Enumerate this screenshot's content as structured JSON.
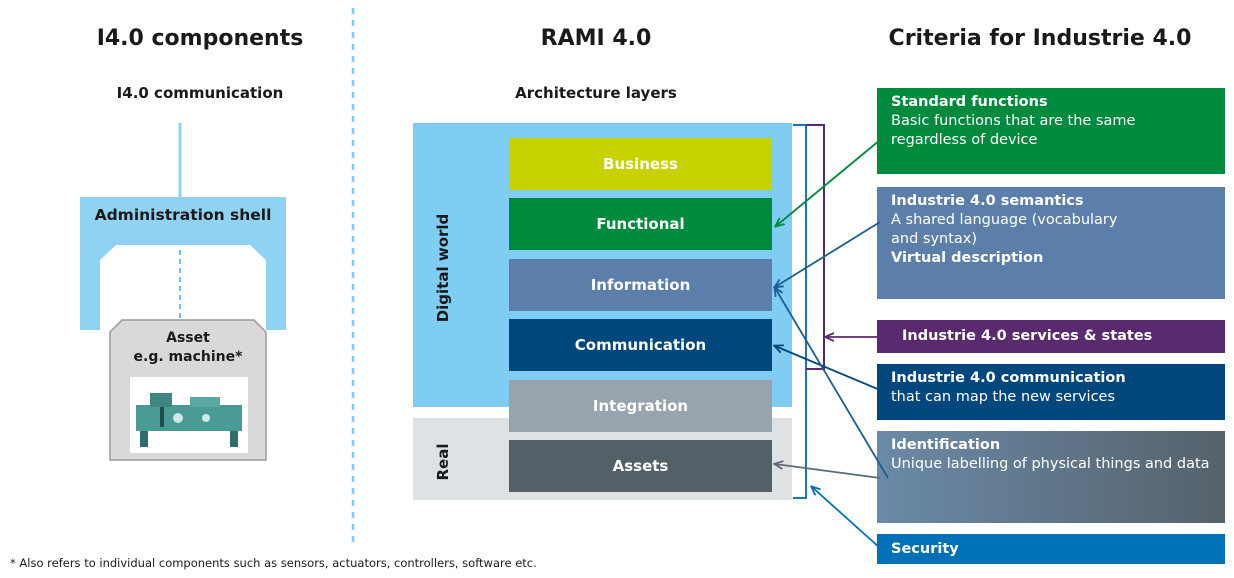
{
  "left": {
    "heading": "I4.0 components",
    "subheading": "I4.0 communication",
    "admin_shell_label": "Administration shell",
    "asset_label_line1": "Asset",
    "asset_label_line2": "e.g. machine*"
  },
  "middle": {
    "heading": "RAMI 4.0",
    "subheading": "Architecture layers",
    "digital_world_label": "Digital world",
    "real_label": "Real",
    "layers": [
      {
        "label": "Business",
        "color": "#c8d200"
      },
      {
        "label": "Functional",
        "color": "#008a3e"
      },
      {
        "label": "Information",
        "color": "#5b7faa"
      },
      {
        "label": "Communication",
        "color": "#00477e"
      },
      {
        "label": "Integration",
        "color": "#98a4ad"
      },
      {
        "label": "Assets",
        "color": "#536068"
      }
    ]
  },
  "right": {
    "heading": "Criteria for Industrie 4.0",
    "criteria": [
      {
        "title": "Standard functions",
        "desc": "Basic functions that are the same regardless of device",
        "color": "#008a3e"
      },
      {
        "title": "Industrie 4.0 semantics",
        "desc": "A shared language (vocabulary and syntax)",
        "extra": "Virtual description",
        "color": "#5b7faa"
      },
      {
        "title": "Industrie 4.0 services & states",
        "color": "#5a2a6e"
      },
      {
        "title": "Industrie 4.0 communication",
        "desc": "that can map the new services",
        "color": "#00477e"
      },
      {
        "title": "Identification",
        "desc": "Unique labelling of physical things and data",
        "color": "#6a7f94"
      },
      {
        "title": "Security",
        "color": "#0070b8"
      }
    ]
  },
  "footnote": "* Also refers to individual components such as sensors, actuators, controllers, software etc.",
  "colors": {
    "digital_bg": "#7fcdf2",
    "real_bg": "#dfe2e4",
    "admin_shell": "#8fd2f3",
    "divider": "#7fcdf2",
    "bracket_blue": "#1d74b8",
    "bracket_purple": "#5a2a6e"
  }
}
